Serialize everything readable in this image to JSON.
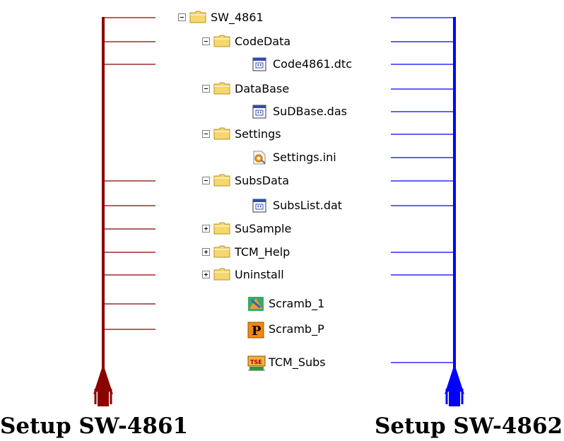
{
  "captions": {
    "left": "Setup SW-4861",
    "right": "Setup SW-4862"
  },
  "colors": {
    "left": "#8b0000",
    "right": "#0000ff",
    "folder": "#f5d76e",
    "folder_edge": "#b8902a"
  },
  "tree": [
    {
      "label": "SW_4861",
      "kind": "folder",
      "toggle": "minus",
      "level": 0,
      "left_link": true,
      "right_link": true
    },
    {
      "label": "CodeData",
      "kind": "folder",
      "toggle": "minus",
      "level": 1,
      "left_link": true,
      "right_link": true
    },
    {
      "label": "Code4861.dtc",
      "kind": "file-data",
      "toggle": "",
      "level": 2,
      "left_link": true,
      "right_link": true
    },
    {
      "label": "DataBase",
      "kind": "folder",
      "toggle": "minus",
      "level": 1,
      "left_link": false,
      "right_link": true
    },
    {
      "label": "SuDBase.das",
      "kind": "file-data",
      "toggle": "",
      "level": 2,
      "left_link": false,
      "right_link": true
    },
    {
      "label": "Settings",
      "kind": "folder",
      "toggle": "minus",
      "level": 1,
      "left_link": false,
      "right_link": true
    },
    {
      "label": "Settings.ini",
      "kind": "file-ini",
      "toggle": "",
      "level": 2,
      "left_link": false,
      "right_link": true
    },
    {
      "label": "SubsData",
      "kind": "folder",
      "toggle": "minus",
      "level": 1,
      "left_link": true,
      "right_link": true
    },
    {
      "label": "SubsList.dat",
      "kind": "file-data",
      "toggle": "",
      "level": 2,
      "left_link": true,
      "right_link": true
    },
    {
      "label": "SuSample",
      "kind": "folder",
      "toggle": "plus",
      "level": 1,
      "left_link": true,
      "right_link": false
    },
    {
      "label": "TCM_Help",
      "kind": "folder",
      "toggle": "plus",
      "level": 1,
      "left_link": true,
      "right_link": true
    },
    {
      "label": "Uninstall",
      "kind": "folder",
      "toggle": "plus",
      "level": 1,
      "left_link": true,
      "right_link": true
    },
    {
      "label": "Scramb_1",
      "kind": "app-scramb1",
      "toggle": "",
      "level": 1,
      "left_link": true,
      "right_link": false
    },
    {
      "label": "Scramb_P",
      "kind": "app-scrambp",
      "toggle": "",
      "level": 1,
      "left_link": true,
      "right_link": false
    },
    {
      "label": "TCM_Subs",
      "kind": "app-tse",
      "toggle": "",
      "level": 1,
      "left_link": false,
      "right_link": true
    }
  ]
}
